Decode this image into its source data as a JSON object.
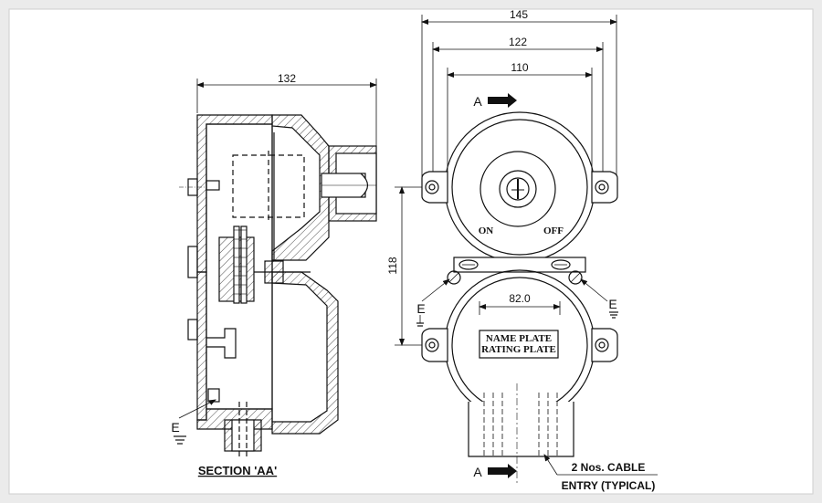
{
  "section": {
    "label": "SECTION 'AA'",
    "width_dim": "132",
    "earth_label": "E"
  },
  "front": {
    "dim_overall": "145",
    "dim_mount": "122",
    "dim_body": "110",
    "dim_height": "118",
    "dim_window": "82.0",
    "switch_on": "ON",
    "switch_off": "OFF",
    "plate_line1": "NAME PLATE",
    "plate_line2": "RATING PLATE",
    "earth_left": "E",
    "earth_right": "E",
    "section_marker_top": "A",
    "section_marker_bottom": "A",
    "cable_note_line1": "2 Nos. CABLE",
    "cable_note_line2": "ENTRY (TYPICAL)"
  },
  "colors": {
    "background": "#ebebeb",
    "panel": "#ffffff",
    "line": "#111111"
  }
}
